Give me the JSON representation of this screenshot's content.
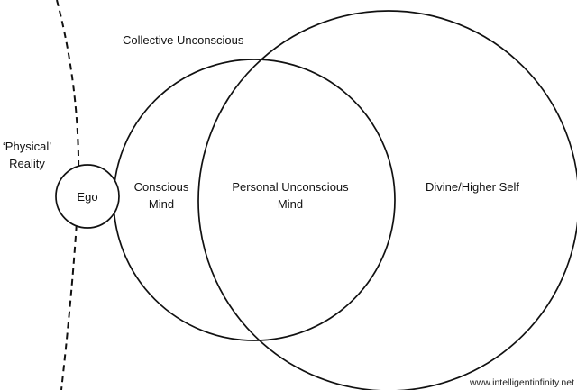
{
  "labels": {
    "collective_unconscious": "Collective Unconscious",
    "physical_line1": "‘Physical’",
    "physical_line2": "Reality",
    "ego": "Ego",
    "conscious_line1": "Conscious",
    "conscious_line2": "Mind",
    "personal_line1": "Personal Unconscious",
    "personal_line2": "Mind",
    "divine": "Divine/Higher Self"
  },
  "credit": "www.intelligentinfinity.net",
  "colors": {
    "background": "#ffffff",
    "stroke": "#111111"
  }
}
